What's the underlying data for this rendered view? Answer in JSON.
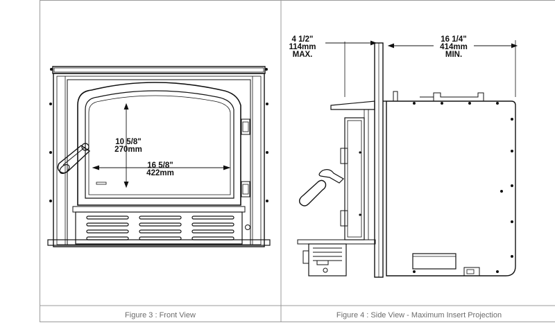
{
  "figures": [
    {
      "caption": "Figure 3 : Front View",
      "dimensions": {
        "height_in": "10 5/8\"",
        "height_mm": "270mm",
        "width_in": "16 5/8\"",
        "width_mm": "422mm"
      }
    },
    {
      "caption": "Figure 4 : Side View - Maximum Insert Projection",
      "dimensions": {
        "projection_in": "4 1/2\"",
        "projection_mm": "114mm",
        "projection_note": "MAX.",
        "depth_in": "16 1/4\"",
        "depth_mm": "414mm",
        "depth_note": "MIN."
      }
    }
  ]
}
